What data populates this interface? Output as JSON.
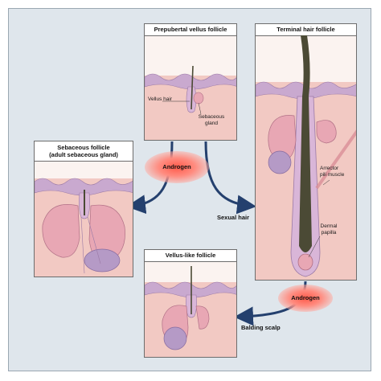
{
  "panels": {
    "prepubertal": {
      "title": "Prepubertal vellus follicle"
    },
    "terminal": {
      "title": "Terminal hair follicle"
    },
    "sebaceous": {
      "title_line1": "Sebaceous follicle",
      "title_line2": "(adult sebaceous gland)"
    },
    "vellus_like": {
      "title": "Vellus-like follicle"
    }
  },
  "labels": {
    "vellus_hair": "Vellus hair",
    "sebaceous_gland_1": "Sebaceous",
    "sebaceous_gland_2": "gland",
    "arrector_1": "Arrector",
    "arrector_2": "pili muscle",
    "dermal_1": "Dermal",
    "dermal_2": "papilla",
    "sexual_hair": "Sexual hair",
    "balding_scalp": "Balding scalp",
    "androgen_top": "Androgen",
    "androgen_bottom": "Androgen"
  },
  "colors": {
    "skin": "#f2c9c3",
    "epidermis": "#c9a9cf",
    "gland": "#e8a7b4",
    "hair": "#4b4a35",
    "arrow": "#24406e",
    "androgen": "#ff5a4a"
  }
}
